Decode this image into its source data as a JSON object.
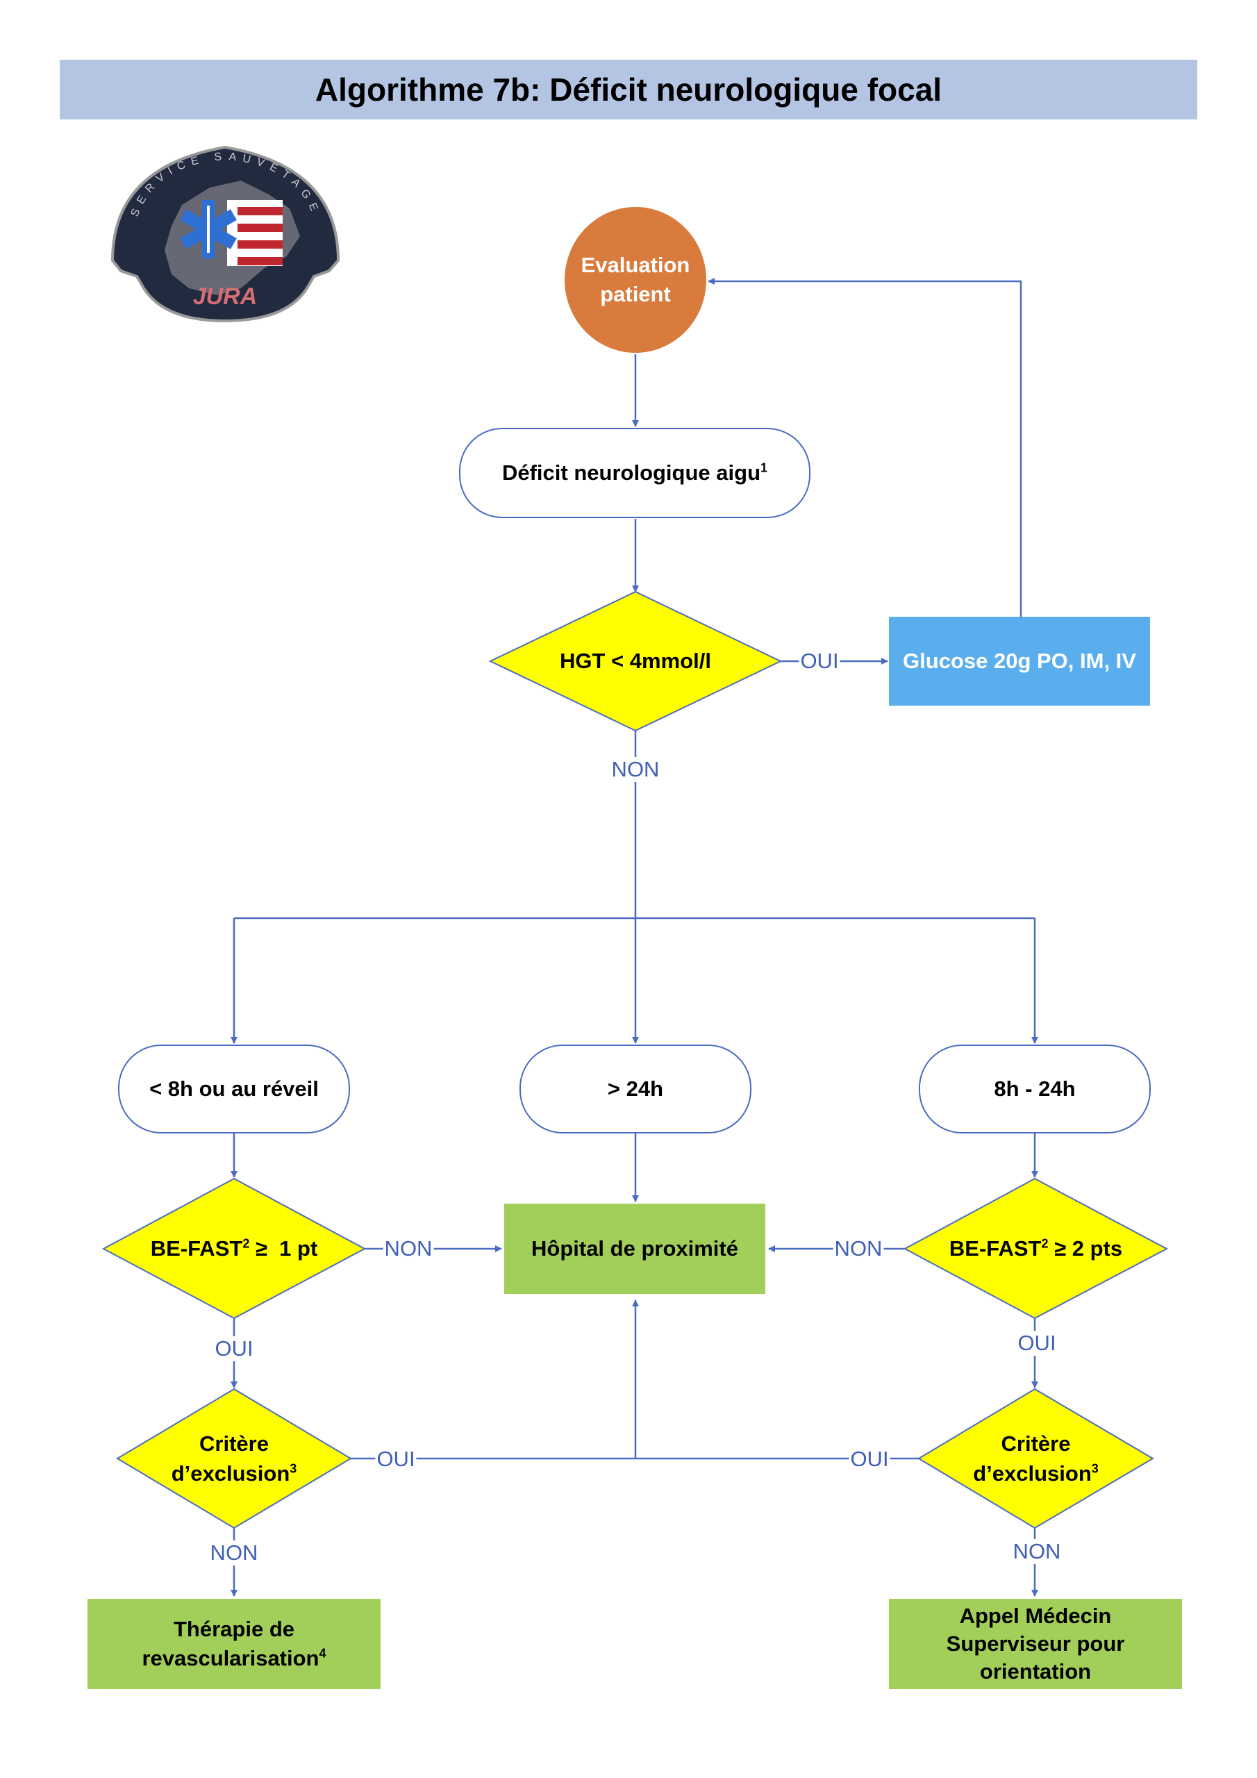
{
  "title": "Algorithme 7b: Déficit neurologique focal",
  "logo": {
    "arc_text": "SERVICE SAUVETAGE",
    "region": "JURA",
    "icon": "star-of-life-logo"
  },
  "colors": {
    "title_bg": "#b4c5e4",
    "start_node": "#d97b3c",
    "decision": "#ffff00",
    "action_blue": "#5aaeee",
    "action_green": "#a2cf5a",
    "connector": "#4a6cc0"
  },
  "nodes": {
    "start": {
      "line1": "Evaluation",
      "line2": "patient"
    },
    "deficit": {
      "text": "Déficit neurologique aigu",
      "sup": "1"
    },
    "hgt": {
      "text": "HGT < 4mmol/l"
    },
    "glucose": {
      "text": "Glucose 20g PO, IM, IV"
    },
    "lt8h": {
      "text": "< 8h ou au réveil"
    },
    "gt24h": {
      "text": "> 24h"
    },
    "h8_24": {
      "text": "8h - 24h"
    },
    "befast_left": {
      "pre": "BE-FAST",
      "sup": "2",
      "post": " ≥  1 pt"
    },
    "hopital": {
      "text": "Hôpital de proximité"
    },
    "befast_right": {
      "pre": "BE-FAST",
      "sup": "2",
      "post": " ≥ 2 pts"
    },
    "critere_left": {
      "line1": "Critère",
      "line2": "d’exclusion",
      "sup": "3"
    },
    "critere_right": {
      "line1": "Critère",
      "line2": "d’exclusion",
      "sup": "3"
    },
    "therapie": {
      "line1": "Thérapie de",
      "line2": "revascularisation",
      "sup": "4"
    },
    "appel": {
      "line1": "Appel Médecin",
      "line2": "Superviseur pour",
      "line3": "orientation"
    }
  },
  "labels": {
    "oui": "OUI",
    "non": "NON"
  }
}
